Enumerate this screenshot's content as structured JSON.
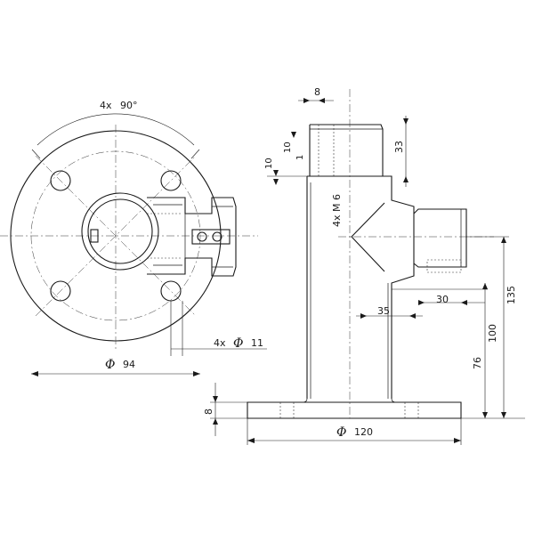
{
  "drawing": {
    "annotations": {
      "angle_count": "4x",
      "angle_value": "90°",
      "hole_count": "4x",
      "hole_symbol": "Φ",
      "hole_value": "11",
      "bolt_circle_symbol": "Φ",
      "bolt_circle_value": "94",
      "thread_label": "4x M 6",
      "base_symbol": "Φ",
      "base_value": "120",
      "top_width": "8",
      "top_step_a": "10",
      "top_step_b": "10",
      "top_step_c": "1",
      "top_height": "33",
      "flange_thickness": "8",
      "side_depth": "30",
      "offset": "35",
      "inner_height": "76",
      "middle_height": "100",
      "total_height": "135"
    }
  }
}
